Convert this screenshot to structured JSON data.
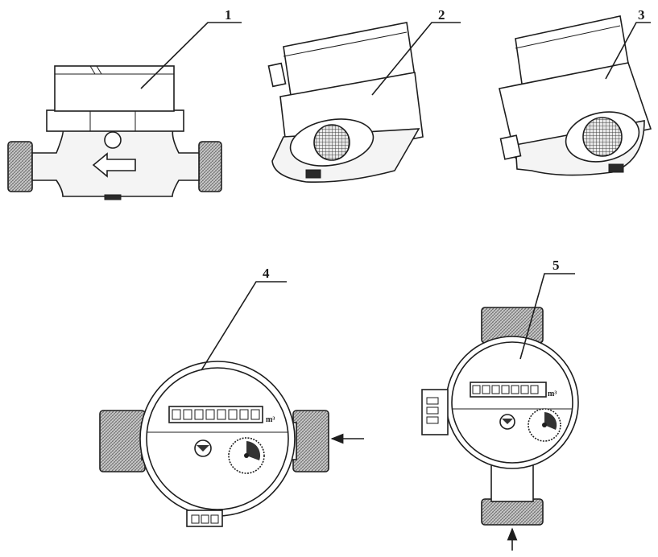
{
  "callouts": {
    "one": "1",
    "two": "2",
    "three": "3",
    "four": "4",
    "five": "5"
  },
  "counter_unit": "m³",
  "colors": {
    "ink": "#1e1e1e",
    "paper": "#ffffff",
    "hatch": "#8a8a8a"
  }
}
